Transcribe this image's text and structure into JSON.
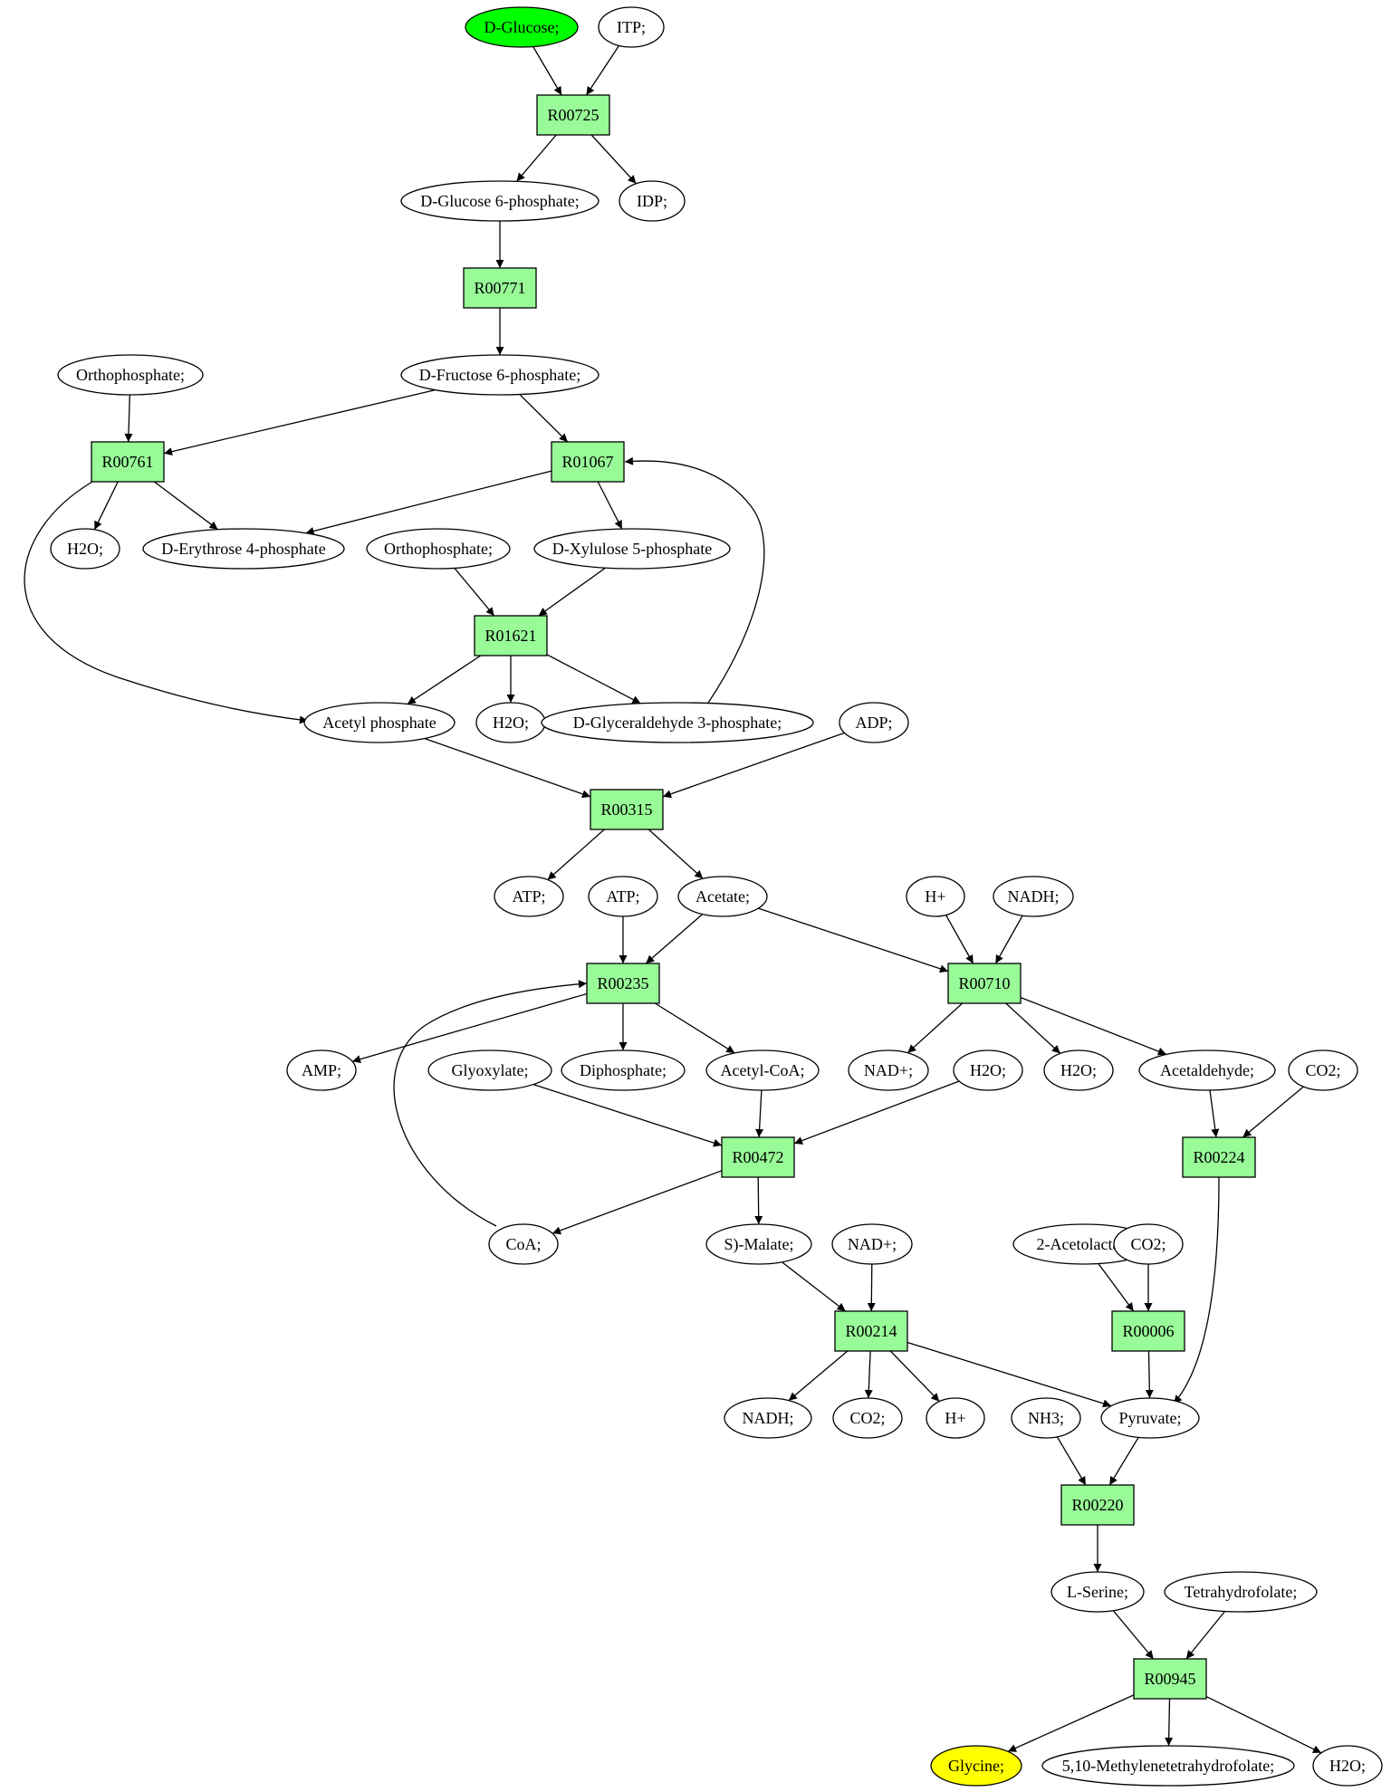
{
  "colors": {
    "reaction_fill": "#98fb98",
    "metabolite_fill": "#ffffff",
    "start_fill": "#00ff00",
    "target_fill": "#ffff00",
    "stroke": "#000000"
  },
  "reactions": [
    {
      "id": "R00725",
      "label": "R00725"
    },
    {
      "id": "R00771",
      "label": "R00771"
    },
    {
      "id": "R00761",
      "label": "R00761"
    },
    {
      "id": "R01067",
      "label": "R01067"
    },
    {
      "id": "R01621",
      "label": "R01621"
    },
    {
      "id": "R00315",
      "label": "R00315"
    },
    {
      "id": "R00235",
      "label": "R00235"
    },
    {
      "id": "R00710",
      "label": "R00710"
    },
    {
      "id": "R00472",
      "label": "R00472"
    },
    {
      "id": "R00224",
      "label": "R00224"
    },
    {
      "id": "R00214",
      "label": "R00214"
    },
    {
      "id": "R00006",
      "label": "R00006"
    },
    {
      "id": "R00220",
      "label": "R00220"
    },
    {
      "id": "R00945",
      "label": "R00945"
    }
  ],
  "metabolites": [
    {
      "id": "m-dglucose",
      "label": "D-Glucose;",
      "role": "start"
    },
    {
      "id": "m-itp",
      "label": "ITP;"
    },
    {
      "id": "m-g6p",
      "label": "D-Glucose 6-phosphate;"
    },
    {
      "id": "m-idp",
      "label": "IDP;"
    },
    {
      "id": "m-f6p",
      "label": "D-Fructose 6-phosphate;"
    },
    {
      "id": "m-orthophosphate-1",
      "label": "Orthophosphate;"
    },
    {
      "id": "m-h2o-1",
      "label": "H2O;"
    },
    {
      "id": "m-e4p",
      "label": "D-Erythrose 4-phosphate"
    },
    {
      "id": "m-orthophosphate-2",
      "label": "Orthophosphate;"
    },
    {
      "id": "m-x5p",
      "label": "D-Xylulose 5-phosphate"
    },
    {
      "id": "m-acetylphosphate",
      "label": "Acetyl phosphate"
    },
    {
      "id": "m-h2o-2",
      "label": "H2O;"
    },
    {
      "id": "m-g3p",
      "label": "D-Glyceraldehyde 3-phosphate;"
    },
    {
      "id": "m-adp",
      "label": "ADP;"
    },
    {
      "id": "m-atp-1",
      "label": "ATP;"
    },
    {
      "id": "m-atp-2",
      "label": "ATP;"
    },
    {
      "id": "m-acetate",
      "label": "Acetate;"
    },
    {
      "id": "m-hplus-1",
      "label": "H+"
    },
    {
      "id": "m-nadh-1",
      "label": "NADH;"
    },
    {
      "id": "m-amp",
      "label": "AMP;"
    },
    {
      "id": "m-glyoxylate",
      "label": "Glyoxylate;"
    },
    {
      "id": "m-diphosphate",
      "label": "Diphosphate;"
    },
    {
      "id": "m-acetylcoa",
      "label": "Acetyl-CoA;"
    },
    {
      "id": "m-nadplus-1",
      "label": "NAD+;"
    },
    {
      "id": "m-h2o-3",
      "label": "H2O;"
    },
    {
      "id": "m-h2o-4",
      "label": "H2O;"
    },
    {
      "id": "m-acetaldehyde",
      "label": "Acetaldehyde;"
    },
    {
      "id": "m-co2-1",
      "label": "CO2;"
    },
    {
      "id": "m-coa",
      "label": "CoA;"
    },
    {
      "id": "m-smalate",
      "label": "S)-Malate;"
    },
    {
      "id": "m-nadplus-2",
      "label": "NAD+;"
    },
    {
      "id": "m-acetolactate",
      "label": "2-Acetolactate"
    },
    {
      "id": "m-co2-2",
      "label": "CO2;"
    },
    {
      "id": "m-nadh-2",
      "label": "NADH;"
    },
    {
      "id": "m-co2-3",
      "label": "CO2;"
    },
    {
      "id": "m-hplus-2",
      "label": "H+"
    },
    {
      "id": "m-nh3",
      "label": "NH3;"
    },
    {
      "id": "m-pyruvate",
      "label": "Pyruvate;"
    },
    {
      "id": "m-lserine",
      "label": "L-Serine;"
    },
    {
      "id": "m-thf",
      "label": "Tetrahydrofolate;"
    },
    {
      "id": "m-glycine",
      "label": "Glycine;",
      "role": "target"
    },
    {
      "id": "m-methylenethf",
      "label": "5,10-Methylenetetrahydrofolate;"
    },
    {
      "id": "m-h2o-5",
      "label": "H2O;"
    }
  ],
  "edges": [
    [
      "m-dglucose",
      "R00725"
    ],
    [
      "m-itp",
      "R00725"
    ],
    [
      "R00725",
      "m-g6p"
    ],
    [
      "R00725",
      "m-idp"
    ],
    [
      "m-g6p",
      "R00771"
    ],
    [
      "R00771",
      "m-f6p"
    ],
    [
      "m-orthophosphate-1",
      "R00761"
    ],
    [
      "m-f6p",
      "R00761"
    ],
    [
      "m-f6p",
      "R01067"
    ],
    [
      "R00761",
      "m-h2o-1"
    ],
    [
      "R00761",
      "m-e4p"
    ],
    [
      "R00761",
      "m-acetylphosphate"
    ],
    [
      "R01067",
      "m-e4p"
    ],
    [
      "R01067",
      "m-x5p"
    ],
    [
      "m-orthophosphate-2",
      "R01621"
    ],
    [
      "m-x5p",
      "R01621"
    ],
    [
      "R01621",
      "m-acetylphosphate"
    ],
    [
      "R01621",
      "m-h2o-2"
    ],
    [
      "R01621",
      "m-g3p"
    ],
    [
      "m-g3p",
      "R01067"
    ],
    [
      "m-acetylphosphate",
      "R00315"
    ],
    [
      "m-adp",
      "R00315"
    ],
    [
      "R00315",
      "m-atp-1"
    ],
    [
      "R00315",
      "m-acetate"
    ],
    [
      "m-atp-2",
      "R00235"
    ],
    [
      "m-acetate",
      "R00235"
    ],
    [
      "m-coa",
      "R00235"
    ],
    [
      "m-acetate",
      "R00710"
    ],
    [
      "m-hplus-1",
      "R00710"
    ],
    [
      "m-nadh-1",
      "R00710"
    ],
    [
      "R00235",
      "m-amp"
    ],
    [
      "R00235",
      "m-diphosphate"
    ],
    [
      "R00235",
      "m-acetylcoa"
    ],
    [
      "R00710",
      "m-nadplus-1"
    ],
    [
      "R00710",
      "m-h2o-4"
    ],
    [
      "R00710",
      "m-acetaldehyde"
    ],
    [
      "m-glyoxylate",
      "R00472"
    ],
    [
      "m-acetylcoa",
      "R00472"
    ],
    [
      "m-h2o-3",
      "R00472"
    ],
    [
      "R00472",
      "m-coa"
    ],
    [
      "R00472",
      "m-smalate"
    ],
    [
      "m-acetaldehyde",
      "R00224"
    ],
    [
      "m-co2-1",
      "R00224"
    ],
    [
      "R00224",
      "m-pyruvate"
    ],
    [
      "m-smalate",
      "R00214"
    ],
    [
      "m-nadplus-2",
      "R00214"
    ],
    [
      "R00214",
      "m-nadh-2"
    ],
    [
      "R00214",
      "m-co2-3"
    ],
    [
      "R00214",
      "m-hplus-2"
    ],
    [
      "R00214",
      "m-pyruvate"
    ],
    [
      "m-acetolactate",
      "R00006"
    ],
    [
      "m-co2-2",
      "R00006"
    ],
    [
      "R00006",
      "m-pyruvate"
    ],
    [
      "m-nh3",
      "R00220"
    ],
    [
      "m-pyruvate",
      "R00220"
    ],
    [
      "R00220",
      "m-lserine"
    ],
    [
      "m-lserine",
      "R00945"
    ],
    [
      "m-thf",
      "R00945"
    ],
    [
      "R00945",
      "m-glycine"
    ],
    [
      "R00945",
      "m-methylenethf"
    ],
    [
      "R00945",
      "m-h2o-5"
    ]
  ]
}
